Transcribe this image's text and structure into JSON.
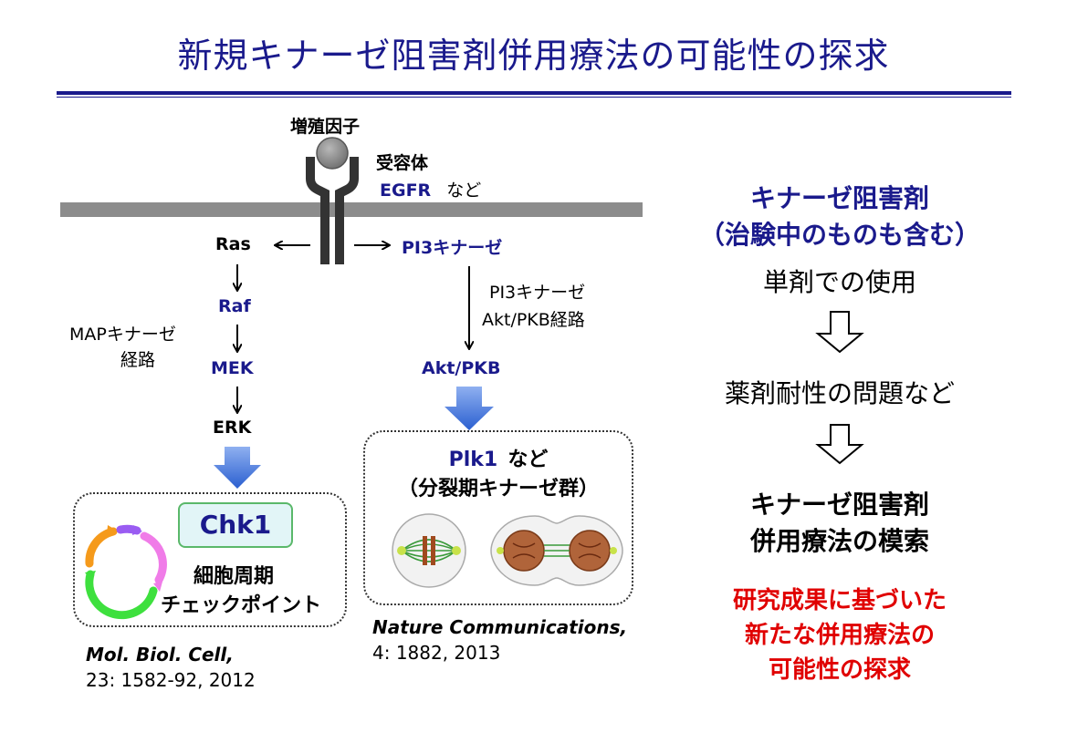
{
  "title": "新規キナーゼ阻害剤併用療法の可能性の探求",
  "diagram": {
    "growth_factor": "増殖因子",
    "receptor": "受容体",
    "egfr": "EGFR",
    "egfr_suffix": "など",
    "ras": "Ras",
    "raf": "Raf",
    "mek": "MEK",
    "erk": "ERK",
    "map_pathway_line1": "MAPキナーゼ",
    "map_pathway_line2": "経路",
    "pi3k": "PI3キナーゼ",
    "pi3k_pathway_line1": "PI3キナーゼ",
    "pi3k_pathway_line2": "Akt/PKB経路",
    "akt": "Akt/PKB",
    "chk1": "Chk1",
    "checkpoint_line1": "細胞周期",
    "checkpoint_line2": "チェックポイント",
    "plk1": "Plk1",
    "plk1_suffix": "など",
    "mitotic_group": "（分裂期キナーゼ群）",
    "ref1_journal": "Mol. Biol. Cell",
    "ref1_detail": "23: 1582-92, 2012",
    "ref2_journal": "Nature Communications",
    "ref2_detail": "4: 1882, 2013"
  },
  "right_panel": {
    "heading_line1": "キナーゼ阻害剤",
    "heading_line2": "（治験中のものも含む）",
    "step1": "単剤での使用",
    "step2": "薬剤耐性の問題など",
    "step3_line1": "キナーゼ阻害剤",
    "step3_line2": "併用療法の模索",
    "conclusion_line1": "研究成果に基づいた",
    "conclusion_line2": "新たな併用療法の",
    "conclusion_line3": "可能性の探求"
  },
  "colors": {
    "navy": "#1a1a8c",
    "red": "#e00000",
    "membrane": "#8c8c8c",
    "blue_arrow": "#3a6fd8"
  }
}
